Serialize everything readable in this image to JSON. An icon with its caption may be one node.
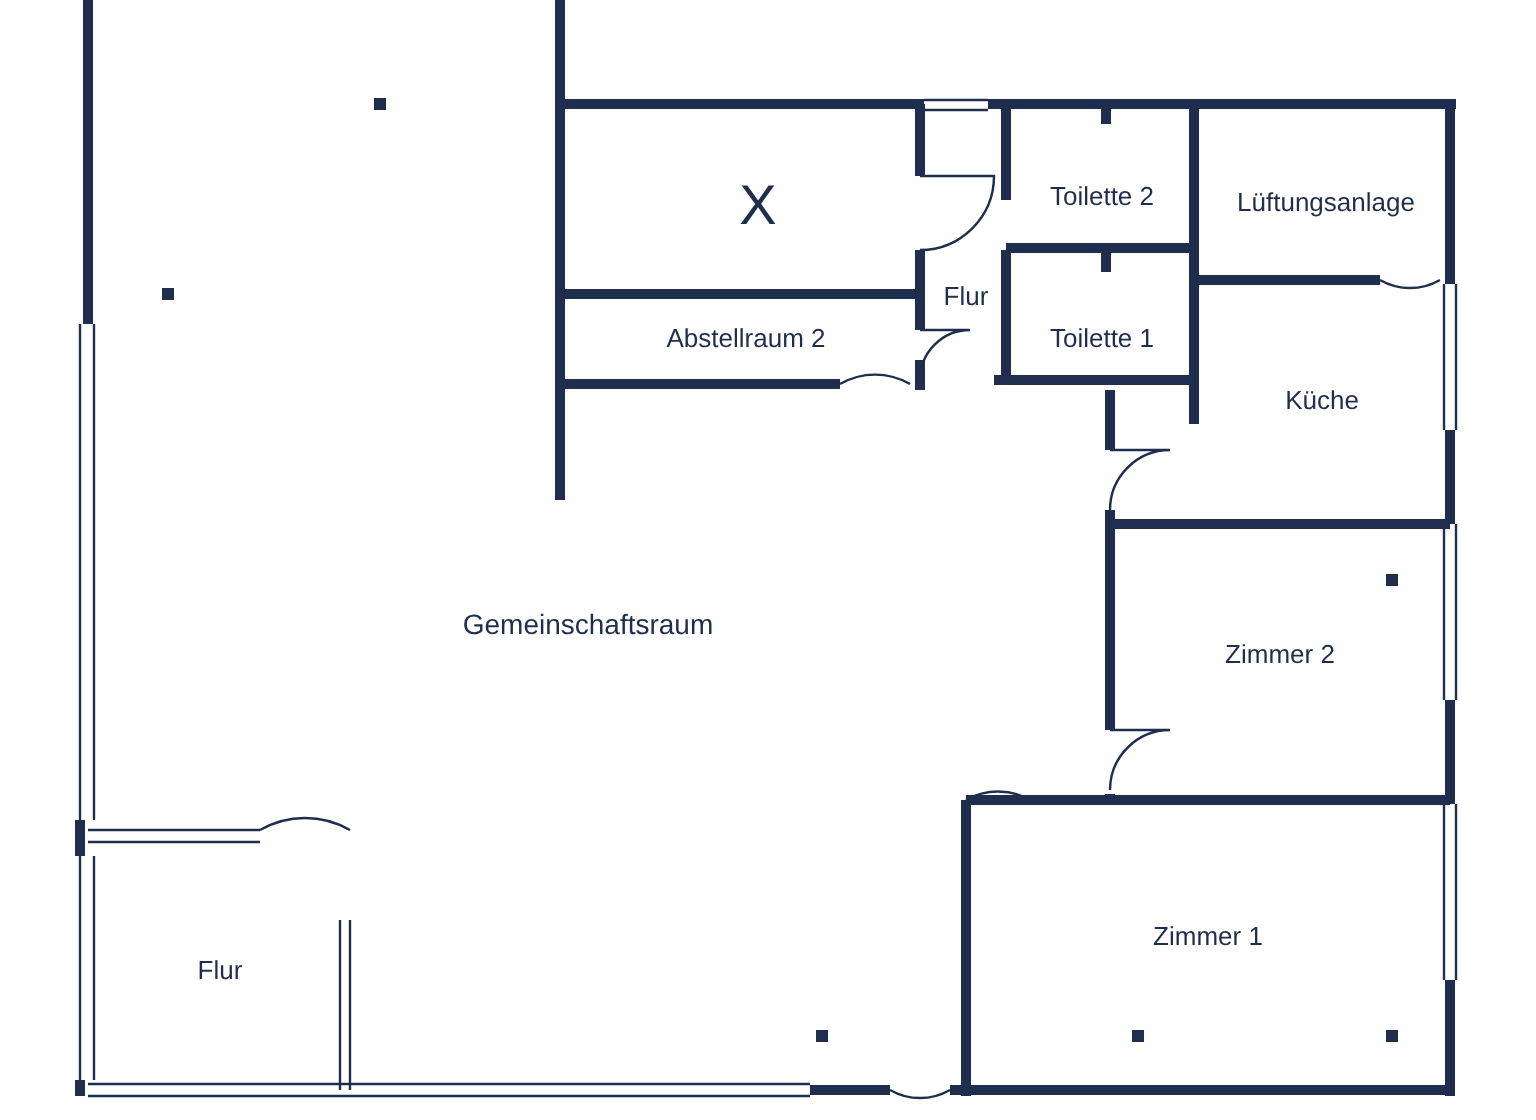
{
  "diagram": {
    "nodes": [
      {
        "text": [
          "X"
        ]
      },
      {
        "text": [
          "Toilette 2"
        ]
      },
      {
        "text": [
          "Lüftungsanlage"
        ]
      },
      {
        "text": [
          "Flur"
        ]
      },
      {
        "text": [
          "Abstellraum 2"
        ]
      },
      {
        "text": [
          "Toilette 1"
        ]
      },
      {
        "text": [
          "Küche"
        ]
      },
      {
        "text": [
          "Gemeinschaftsraum"
        ]
      },
      {
        "text": [
          "Zimmer 2"
        ]
      },
      {
        "text": [
          "Zimmer 1"
        ]
      },
      {
        "text": [
          "Flur"
        ]
      }
    ]
  }
}
